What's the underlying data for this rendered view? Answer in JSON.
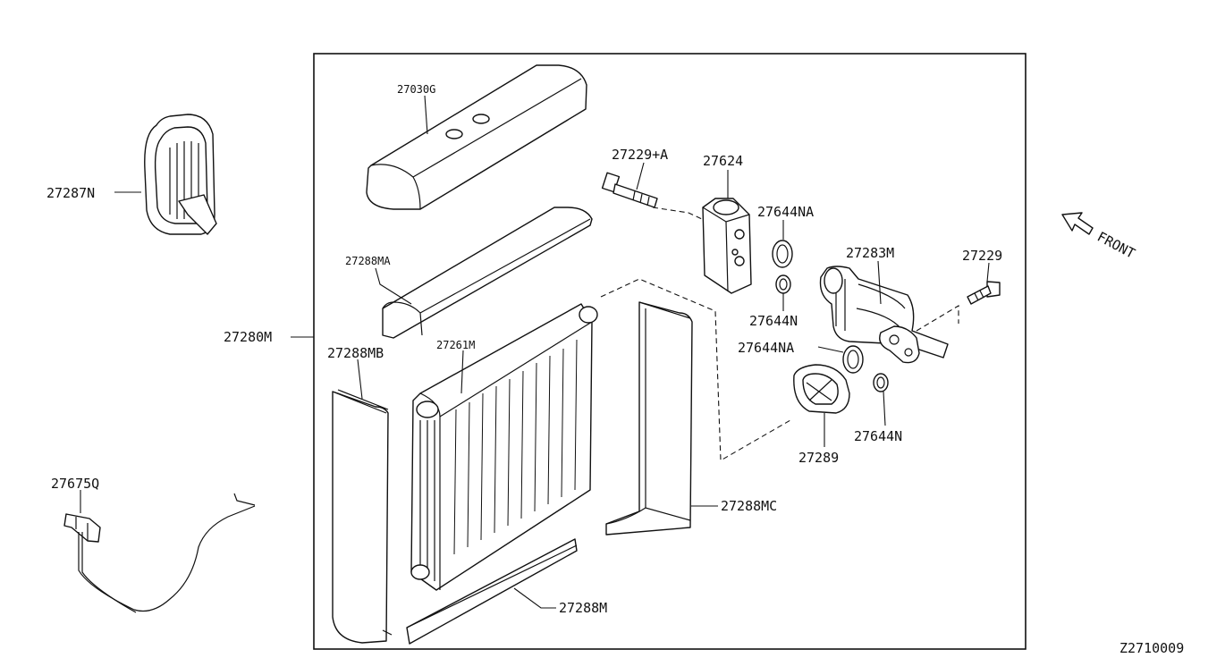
{
  "diagram": {
    "drawing_code": "Z2710009",
    "front_label": "FRONT",
    "parts": {
      "p27287N": "27287N",
      "p27030G": "27030G",
      "p27229A": "27229+A",
      "p27624": "27624",
      "p27644NA_top": "27644NA",
      "p27283M": "27283M",
      "p27229": "27229",
      "p27288MA": "27288MA",
      "p27280M": "27280M",
      "p27288MB": "27288MB",
      "p27261M": "27261M",
      "p27644N_top": "27644N",
      "p27644NA_mid": "27644NA",
      "p27644N_low": "27644N",
      "p27289": "27289",
      "p27675Q": "27675Q",
      "p27288MC": "27288MC",
      "p27288M": "27288M"
    }
  }
}
